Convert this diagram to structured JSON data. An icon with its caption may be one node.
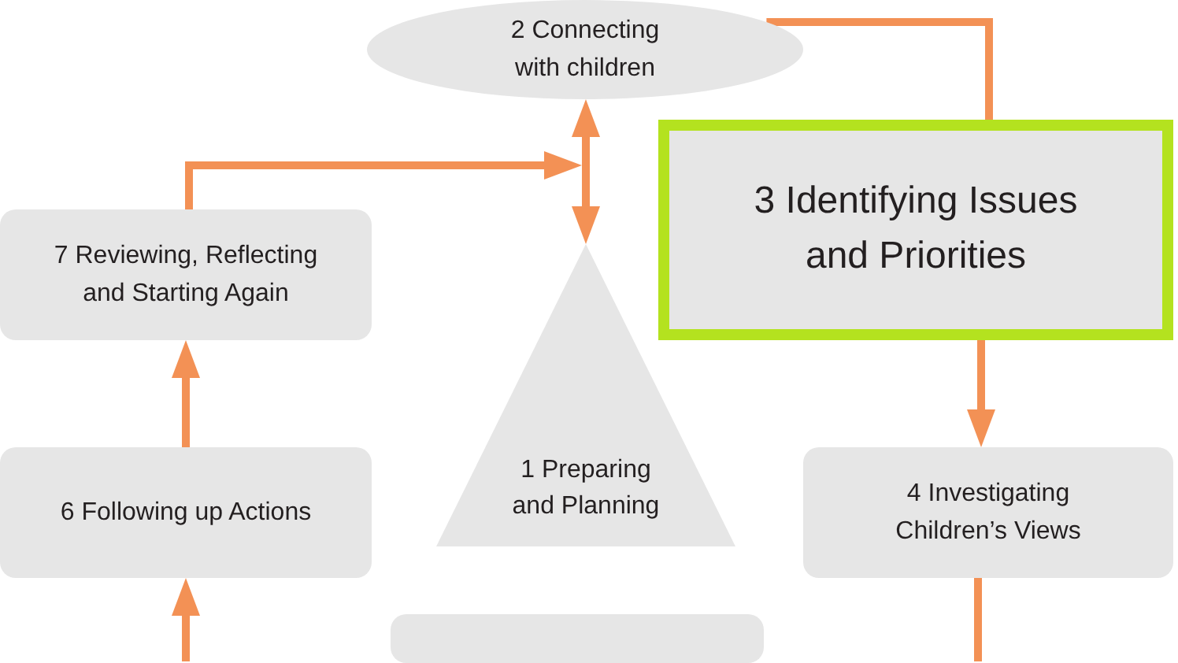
{
  "diagram": {
    "nodes": [
      {
        "text": [
          "2 Connecting with children"
        ]
      },
      {
        "text": [
          "3 Identifying Issues and Priorities"
        ]
      },
      {
        "text": [
          "7 Reviewing, Reflecting and Starting Again"
        ]
      },
      {
        "text": [
          "1 Preparing and Planning"
        ]
      },
      {
        "text": [
          "6 Following up Actions"
        ]
      },
      {
        "text": [
          "4 Investigating Children’s Views"
        ]
      },
      {
        "text": [],
        "shape": "box"
      }
    ],
    "edges": [
      {
        "from": 0,
        "to": 3,
        "arrow": "both"
      },
      {
        "from": 0,
        "to": 1,
        "arrow": "none"
      },
      {
        "from": 1,
        "to": 5,
        "arrow": "to"
      },
      {
        "from": 5,
        "to": null,
        "arrow": "none"
      },
      {
        "from": null,
        "to": 4,
        "arrow": "to"
      },
      {
        "from": 4,
        "to": 2,
        "arrow": "to"
      },
      {
        "from": 2,
        "to": null,
        "arrow": "to"
      }
    ]
  }
}
